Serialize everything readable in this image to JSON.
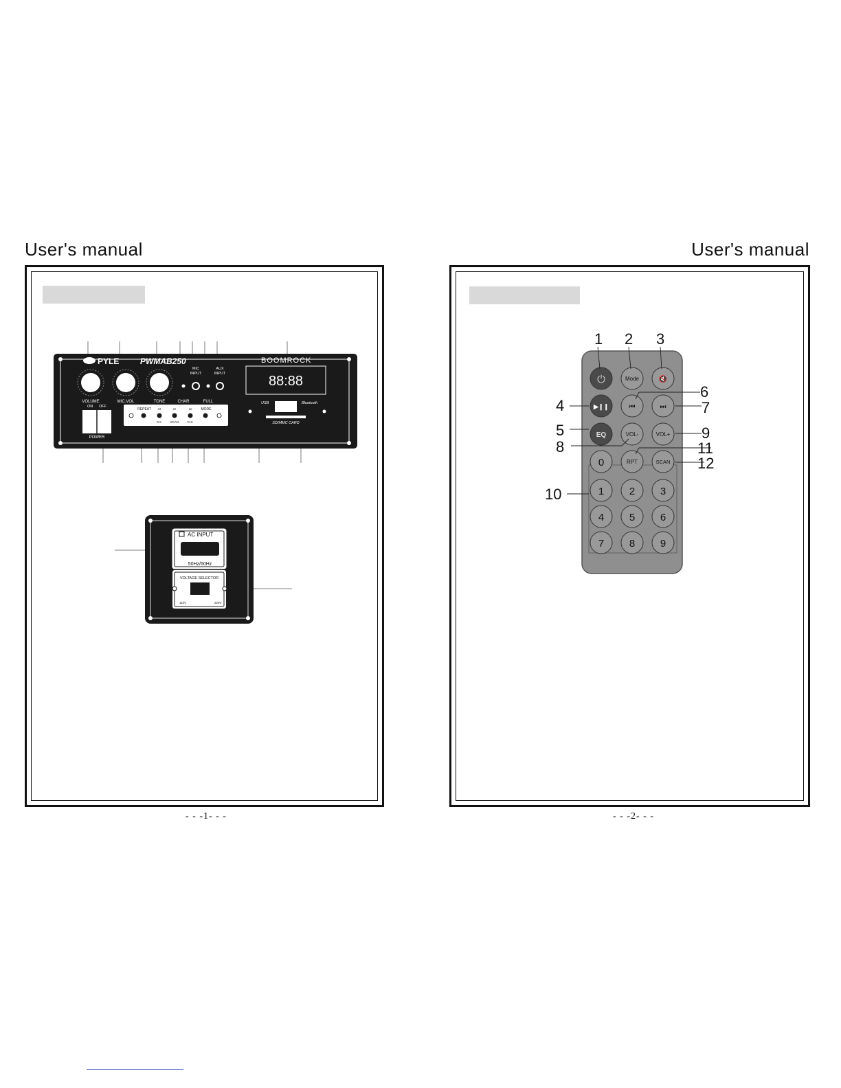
{
  "header": {
    "left_title": "User's manual",
    "right_title": "User's manual"
  },
  "page1": {
    "page_number": "- - -1- - -",
    "amp_panel": {
      "brand": "PYLE",
      "model": "PWMAB250",
      "logo": "BOOMROCK",
      "display": "88:88",
      "knobs": [
        "VOLUME",
        "MIC.VOL",
        "TONE"
      ],
      "jacks": {
        "mic": [
          "MIC",
          "INPUT"
        ],
        "aux": [
          "AUX",
          "INPUT"
        ]
      },
      "leds": {
        "charge": "CHAR",
        "full": "FULL"
      },
      "power": {
        "on": "ON",
        "off": "OFF",
        "label": "POWER"
      },
      "buttons_top": [
        "REPEAT",
        "MODE"
      ],
      "buttons_bottom": [
        "CH-",
        "SCAN",
        "CH+"
      ],
      "usb": "USB",
      "bluetooth": "Bluetooth",
      "sd_card": "SD/MMC CARD"
    },
    "rear_panel": {
      "ac_input": "AC INPUT",
      "frequency": "50Hz/60Hz",
      "voltage_selector": "VOLTAGE SELECTOR",
      "v110": "110V",
      "v220": "220V"
    }
  },
  "page2": {
    "page_number": "- - -2- - -",
    "remote": {
      "callouts": [
        "1",
        "2",
        "3",
        "4",
        "5",
        "6",
        "7",
        "8",
        "9",
        "10",
        "11",
        "12"
      ],
      "buttons": {
        "power": "⏻",
        "mode": "Mode",
        "mute": "🔇",
        "play_pause": "▶❙❙",
        "prev": "⏮",
        "next": "⏭",
        "eq": "EQ",
        "vol_minus": "VOL-",
        "vol_plus": "VOL+",
        "rpt": "RPT",
        "scan": "SCAN",
        "digits": [
          "0",
          "1",
          "2",
          "3",
          "4",
          "5",
          "6",
          "7",
          "8",
          "9"
        ]
      }
    }
  }
}
